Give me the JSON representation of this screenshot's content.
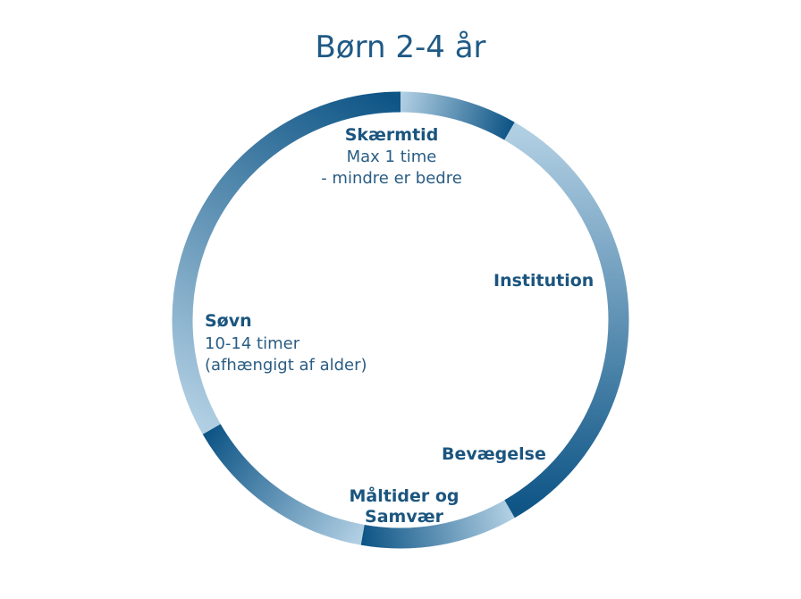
{
  "title": "Børn 2-4 år",
  "colors": {
    "dark": "#0e5586",
    "mid": "#4e87b1",
    "light": "#b1cfe3",
    "text_dark": "#1b557f"
  },
  "ring": {
    "segments": [
      {
        "name": "skaermtid",
        "start": 0,
        "end": 30,
        "from": "light",
        "to": "dark"
      },
      {
        "name": "institution",
        "start": 30,
        "end": 150,
        "from": "light",
        "to": "dark"
      },
      {
        "name": "bevaegelse",
        "start": 150,
        "end": 190,
        "from": "light",
        "to": "dark"
      },
      {
        "name": "maaltider",
        "start": 190,
        "end": 240,
        "from": "light",
        "to": "dark"
      },
      {
        "name": "soevn",
        "start": 240,
        "end": 360,
        "from": "light",
        "to": "dark"
      }
    ]
  },
  "labels": {
    "skaermtid": {
      "heading": "Skærmtid",
      "line1": "Max 1 time",
      "line2": "- mindre er bedre"
    },
    "institution": {
      "heading": "Institution"
    },
    "soevn": {
      "heading": "Søvn",
      "line1": "10-14 timer",
      "line2": "(afhængigt af alder)"
    },
    "bevaegelse": {
      "heading": "Bevægelse"
    },
    "maaltider": {
      "heading_line1": "Måltider og",
      "heading_line2": "Samvær"
    }
  }
}
